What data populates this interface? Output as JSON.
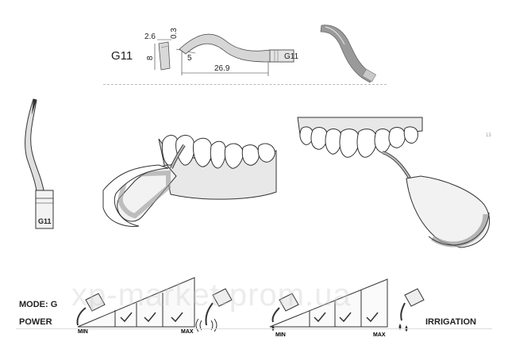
{
  "model": {
    "code": "G11",
    "etched_label": "G11"
  },
  "dimensions": {
    "d1": "2.6",
    "d2": "0.3",
    "d3": "8",
    "d4": "5",
    "d5": "26.9"
  },
  "shank_label": "G11",
  "mode": {
    "label": "MODE: G"
  },
  "power": {
    "label": "POWER",
    "min_label": "MIN",
    "max_label": "MAX"
  },
  "irrigation": {
    "label": "IRRIGATION",
    "min_label": "MIN",
    "max_label": "MAX"
  },
  "watermark": "xp-market.prom.ua",
  "corner_mark": "13",
  "colors": {
    "metal": "#c9c9c9",
    "metal_dark": "#8c8c8c",
    "outline": "#333333",
    "gum": "#e6e6e6",
    "ring": "#b0b0b0"
  },
  "icons": [
    "tip-diagram",
    "tip-photo",
    "tip-side-view",
    "scaler-lower-teeth",
    "scaler-upper-teeth",
    "scaler-icon",
    "vibration-icon",
    "water-drop-icon",
    "water-drops-icon",
    "check-icon"
  ]
}
